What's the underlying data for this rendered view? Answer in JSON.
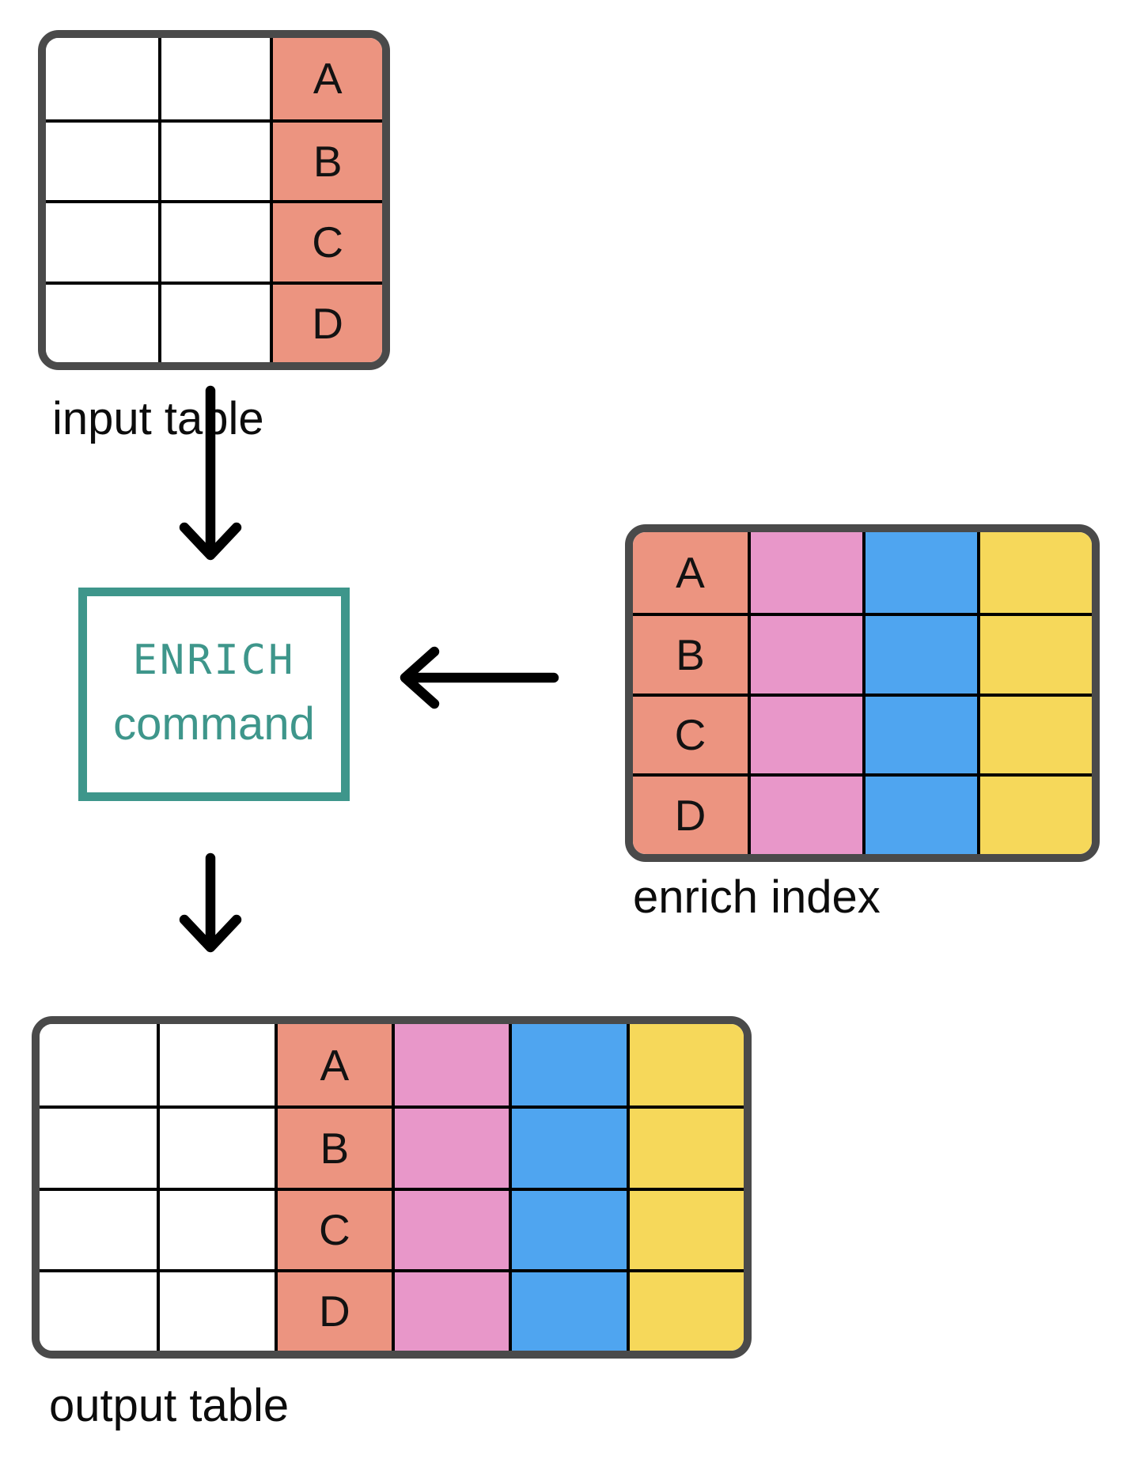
{
  "command_box": {
    "line1": "ENRICH",
    "line2": "command"
  },
  "colors": {
    "salmon": "#EC9480",
    "pink": "#E897C9",
    "blue": "#4FA5F0",
    "yellow": "#F6D85A",
    "teal": "#3E968B",
    "table_border": "#4A4A4A",
    "grid_line": "#000000",
    "arrow": "#000000",
    "white": "#FFFFFF"
  },
  "tables": {
    "input": {
      "caption": "input table",
      "rows": 4,
      "columns": [
        {
          "color": "white"
        },
        {
          "color": "white"
        },
        {
          "color": "salmon",
          "labels": [
            "A",
            "B",
            "C",
            "D"
          ]
        }
      ]
    },
    "enrich": {
      "caption": "enrich index",
      "rows": 4,
      "columns": [
        {
          "color": "salmon",
          "labels": [
            "A",
            "B",
            "C",
            "D"
          ]
        },
        {
          "color": "pink"
        },
        {
          "color": "blue"
        },
        {
          "color": "yellow"
        }
      ]
    },
    "output": {
      "caption": "output table",
      "rows": 4,
      "columns": [
        {
          "color": "white"
        },
        {
          "color": "white"
        },
        {
          "color": "salmon",
          "labels": [
            "A",
            "B",
            "C",
            "D"
          ]
        },
        {
          "color": "pink"
        },
        {
          "color": "blue"
        },
        {
          "color": "yellow"
        }
      ]
    }
  }
}
